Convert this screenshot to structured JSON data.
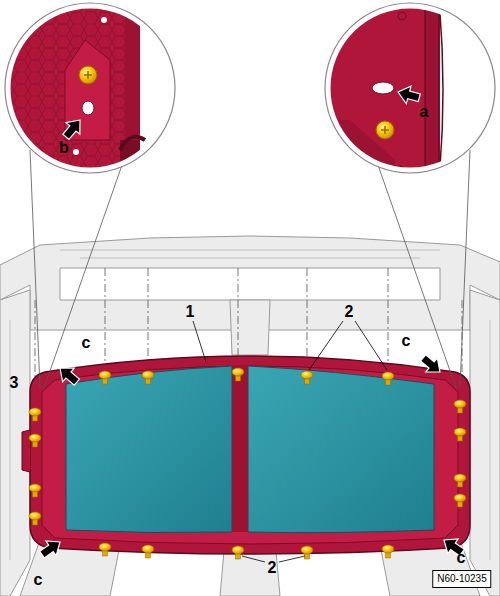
{
  "diagram": {
    "labels": [
      "1",
      "2",
      "2",
      "3",
      "a",
      "b",
      "c",
      "c",
      "c",
      "c",
      "N60-10235"
    ]
  }
}
